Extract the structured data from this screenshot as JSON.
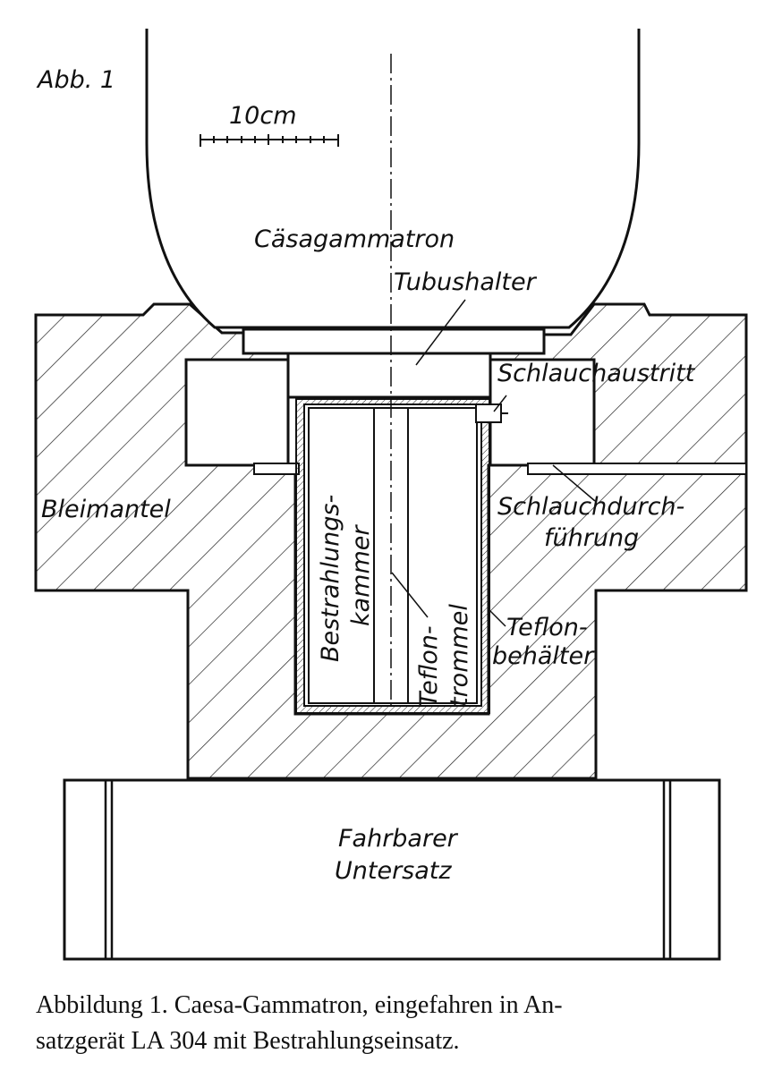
{
  "figure": {
    "tag": "Abb. 1",
    "scale_label": "10cm",
    "labels": {
      "source": "Cäsagammatron",
      "tube_holder": "Tubushalter",
      "hose_exit": "Schlauchaustritt",
      "lead_shield": "Bleimantel",
      "hose_passage_1": "Schlauchdurch-",
      "hose_passage_2": "führung",
      "chamber_1": "Bestrahlungs-",
      "chamber_2": "kammer",
      "drum_1": "Teflon-",
      "drum_2": "trommel",
      "container_1": "Teflon-",
      "container_2": "behälter",
      "base_1": "Fahrbarer",
      "base_2": "Untersatz"
    }
  },
  "caption": {
    "line1": "Abbildung 1. Caesa-Gammatron, eingefahren in An-",
    "line2": "satzgerät LA 304 mit Bestrahlungseinsatz."
  }
}
